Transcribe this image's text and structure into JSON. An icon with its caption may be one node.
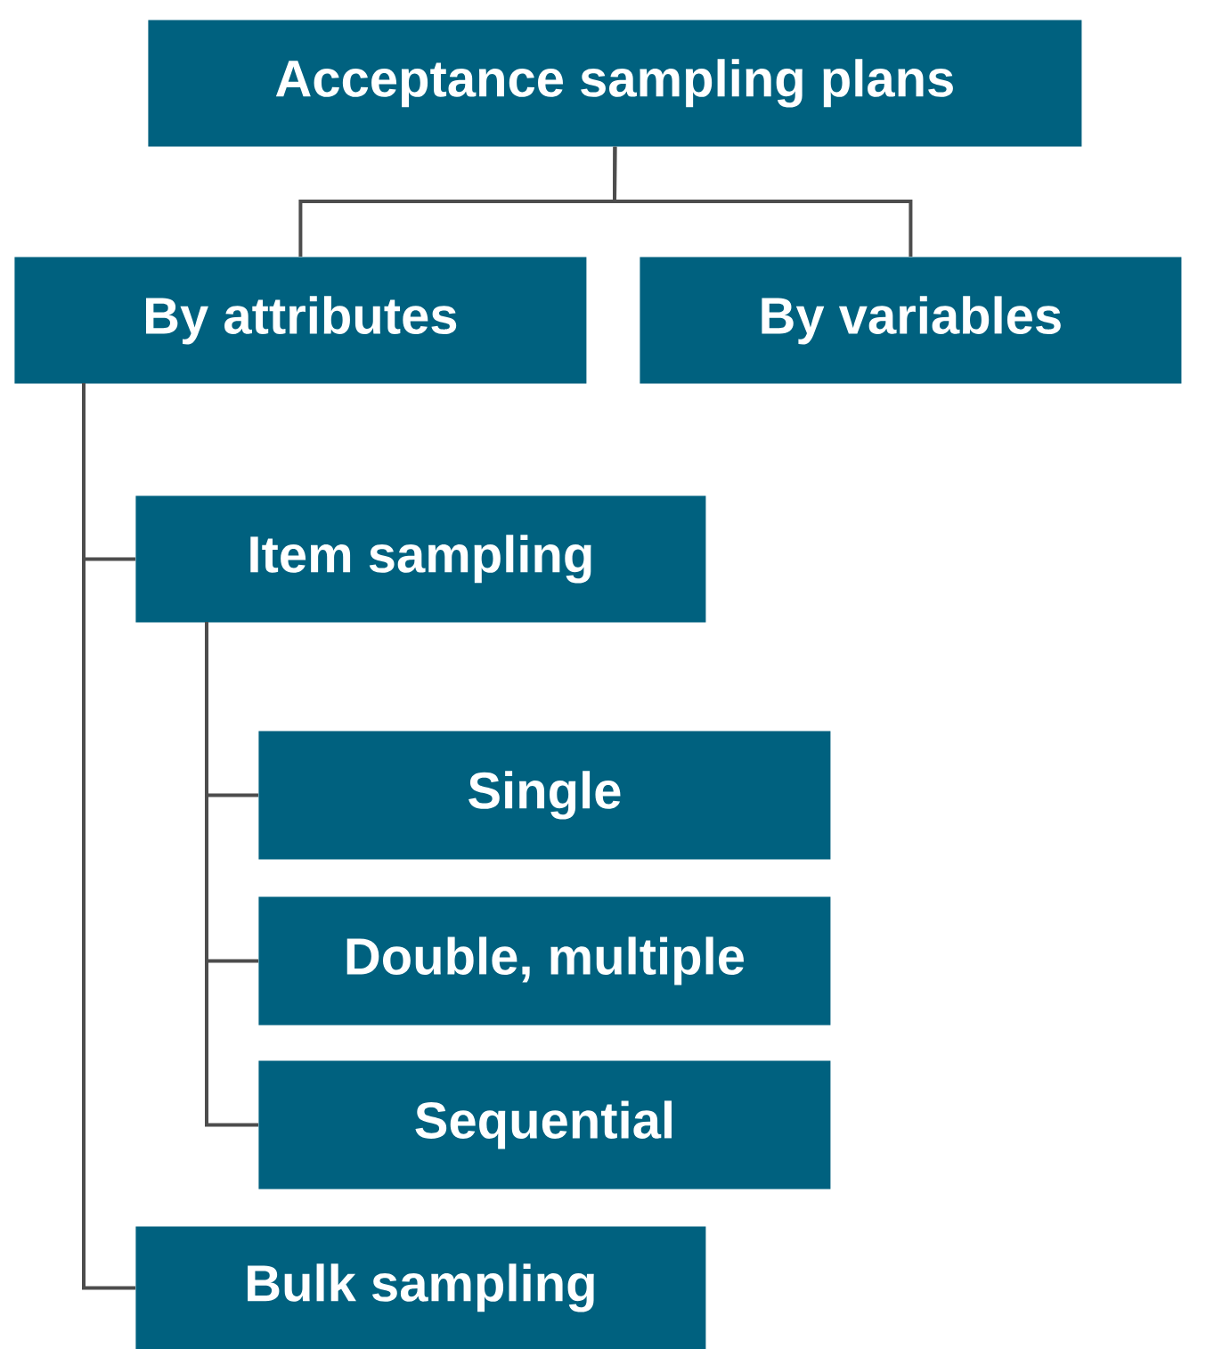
{
  "diagram": {
    "nodes": [
      {
        "text": [
          "Acceptance sampling plans"
        ]
      },
      {
        "text": [
          "By attributes"
        ]
      },
      {
        "text": [
          "By variables"
        ]
      },
      {
        "text": [
          "Item sampling"
        ]
      },
      {
        "text": [
          "Single"
        ]
      },
      {
        "text": [
          "Double, multiple"
        ]
      },
      {
        "text": [
          "Sequential"
        ]
      },
      {
        "text": [
          "Bulk sampling"
        ]
      }
    ],
    "edges": [
      {
        "from": 0,
        "to": 1,
        "arrow": "none"
      },
      {
        "from": 0,
        "to": 2,
        "arrow": "none"
      },
      {
        "from": 1,
        "to": 3,
        "arrow": "none"
      },
      {
        "from": 1,
        "to": 7,
        "arrow": "none"
      },
      {
        "from": 3,
        "to": 4,
        "arrow": "none"
      },
      {
        "from": 3,
        "to": 5,
        "arrow": "none"
      },
      {
        "from": 3,
        "to": 6,
        "arrow": "none"
      }
    ]
  }
}
